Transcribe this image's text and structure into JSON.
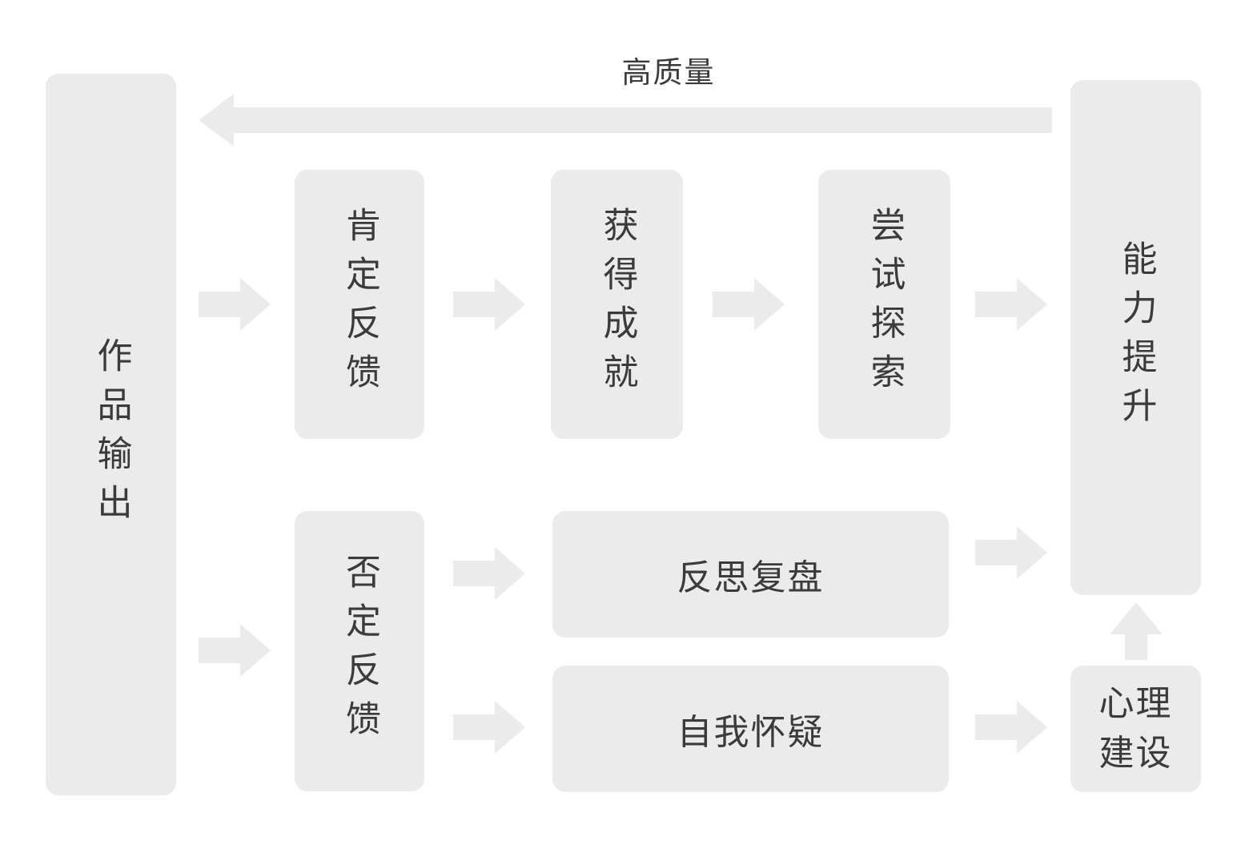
{
  "diagram": {
    "feedback_loop_label": "高质量",
    "nodes": {
      "work_output": "作品输出",
      "positive_feedback": "肯定反馈",
      "gain_achievement": "获得成就",
      "try_explore": "尝试探索",
      "ability_improvement": "能力提升",
      "negative_feedback": "否定反馈",
      "reflect_review": "反思复盘",
      "self_doubt": "自我怀疑",
      "mental_building": "心理建设"
    },
    "edges": [
      {
        "from": "work_output",
        "to": "positive_feedback"
      },
      {
        "from": "positive_feedback",
        "to": "gain_achievement"
      },
      {
        "from": "gain_achievement",
        "to": "try_explore"
      },
      {
        "from": "try_explore",
        "to": "ability_improvement"
      },
      {
        "from": "ability_improvement",
        "to": "work_output",
        "label": "高质量"
      },
      {
        "from": "work_output",
        "to": "negative_feedback"
      },
      {
        "from": "negative_feedback",
        "to": "reflect_review"
      },
      {
        "from": "negative_feedback",
        "to": "self_doubt"
      },
      {
        "from": "reflect_review",
        "to": "ability_improvement"
      },
      {
        "from": "self_doubt",
        "to": "mental_building"
      },
      {
        "from": "mental_building",
        "to": "ability_improvement"
      }
    ],
    "colors": {
      "background": "#ffffff",
      "node_fill": "#ebebeb",
      "arrow_fill": "#ebebeb",
      "text": "#3b3b3b"
    }
  }
}
